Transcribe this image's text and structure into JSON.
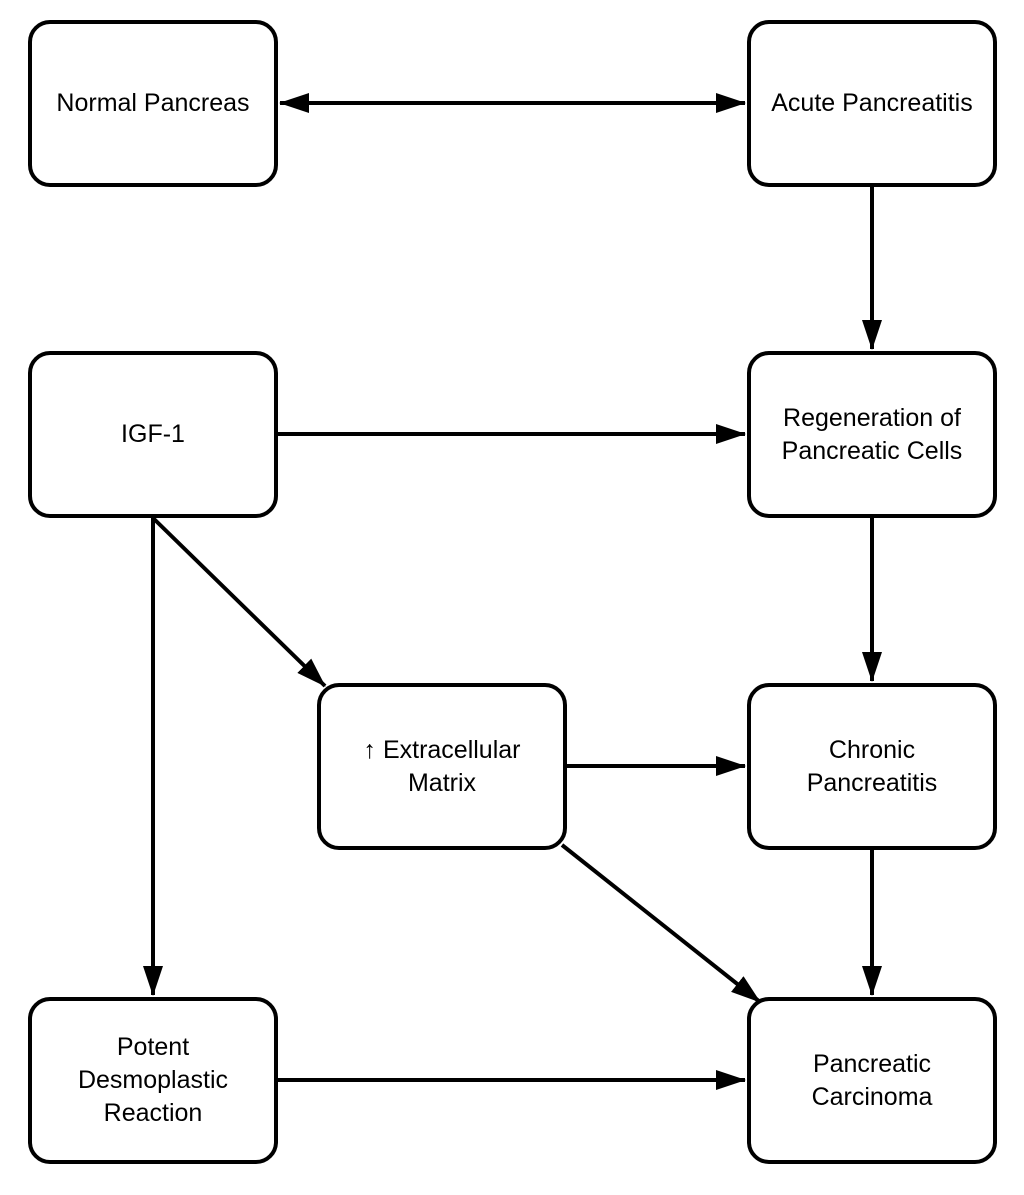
{
  "nodes": {
    "normal_pancreas": "Normal Pancreas",
    "acute_pancreatitis": "Acute Pancreatitis",
    "igf1": "IGF-1",
    "regeneration": "Regeneration of\nPancreatic Cells",
    "extracellular_matrix": "↑ Extracellular\nMatrix",
    "chronic_pancreatitis": "Chronic\nPancreatitis",
    "potent_desmoplastic": "Potent\nDesmoplastic\nReaction",
    "pancreatic_carcinoma": "Pancreatic\nCarcinoma"
  },
  "edges": [
    {
      "from": "normal_pancreas",
      "to": "acute_pancreatitis",
      "bidirectional": true
    },
    {
      "from": "acute_pancreatitis",
      "to": "regeneration"
    },
    {
      "from": "igf1",
      "to": "regeneration"
    },
    {
      "from": "igf1",
      "to": "extracellular_matrix"
    },
    {
      "from": "igf1",
      "to": "potent_desmoplastic"
    },
    {
      "from": "regeneration",
      "to": "chronic_pancreatitis"
    },
    {
      "from": "extracellular_matrix",
      "to": "chronic_pancreatitis"
    },
    {
      "from": "extracellular_matrix",
      "to": "pancreatic_carcinoma"
    },
    {
      "from": "chronic_pancreatitis",
      "to": "pancreatic_carcinoma"
    },
    {
      "from": "potent_desmoplastic",
      "to": "pancreatic_carcinoma"
    }
  ],
  "colors": {
    "stroke": "#000000",
    "fill": "#ffffff"
  }
}
